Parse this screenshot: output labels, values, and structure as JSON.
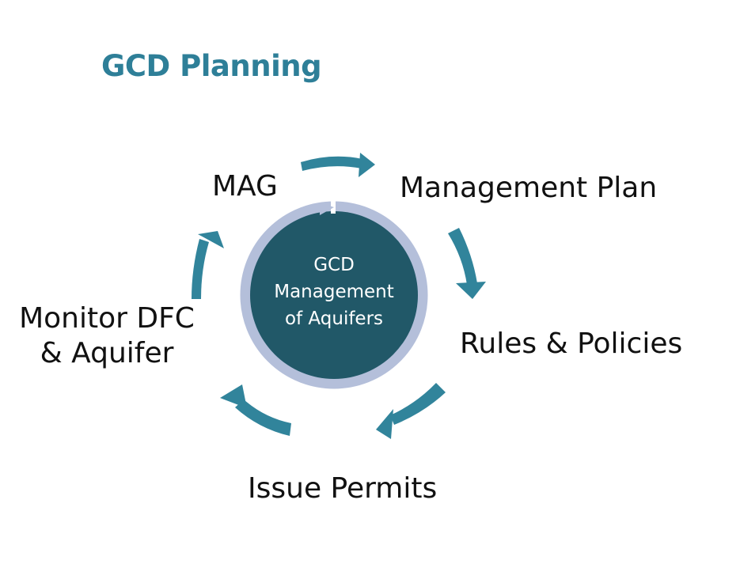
{
  "title": "GCD Planning",
  "center": {
    "lines": [
      "GCD",
      "Management",
      "of Aquifers"
    ]
  },
  "cycle_steps": [
    {
      "label": "MAG"
    },
    {
      "label": "Management Plan"
    },
    {
      "label": "Rules & Policies"
    },
    {
      "label": "Issue Permits"
    },
    {
      "label_lines": [
        "Monitor DFC",
        "& Aquifer"
      ]
    }
  ],
  "colors": {
    "title": "#2e7f98",
    "arrow": "#31849b",
    "ring": "#b4bfda",
    "center_fill": "#215868",
    "label_text": "#111111",
    "center_text": "#ffffff"
  }
}
